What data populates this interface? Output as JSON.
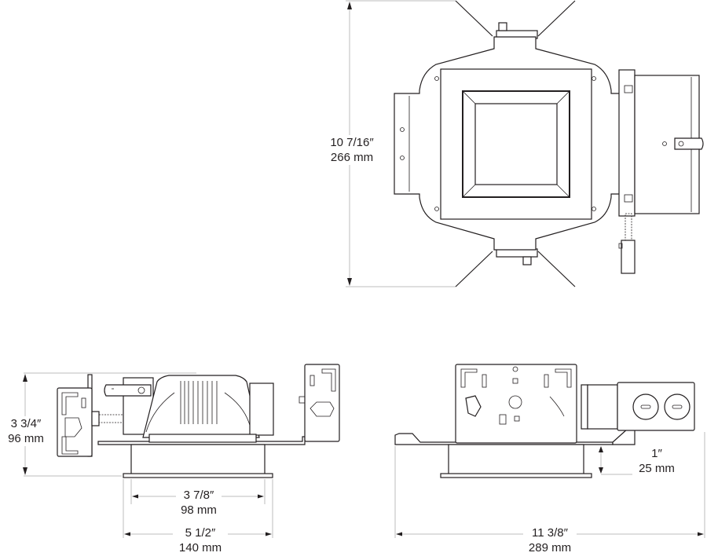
{
  "drawing": {
    "title": "Recessed fixture dimensional drawing",
    "views": [
      "top-view",
      "side-view-left",
      "side-view-right"
    ],
    "line_color": "#231f20",
    "dimension_line_color": "#bdbdbd"
  },
  "dimensions": {
    "overall_length": {
      "imperial": "10 7/16″",
      "metric": "266 mm"
    },
    "height": {
      "imperial": "3 3/4″",
      "metric": "96 mm"
    },
    "aperture": {
      "imperial": "3 7/8″",
      "metric": "98 mm"
    },
    "trim_width": {
      "imperial": "5 1/2″",
      "metric": "140 mm"
    },
    "overall_width": {
      "imperial": "11 3/8″",
      "metric": "289 mm"
    },
    "trim_drop": {
      "imperial": "1″",
      "metric": "25 mm"
    }
  }
}
